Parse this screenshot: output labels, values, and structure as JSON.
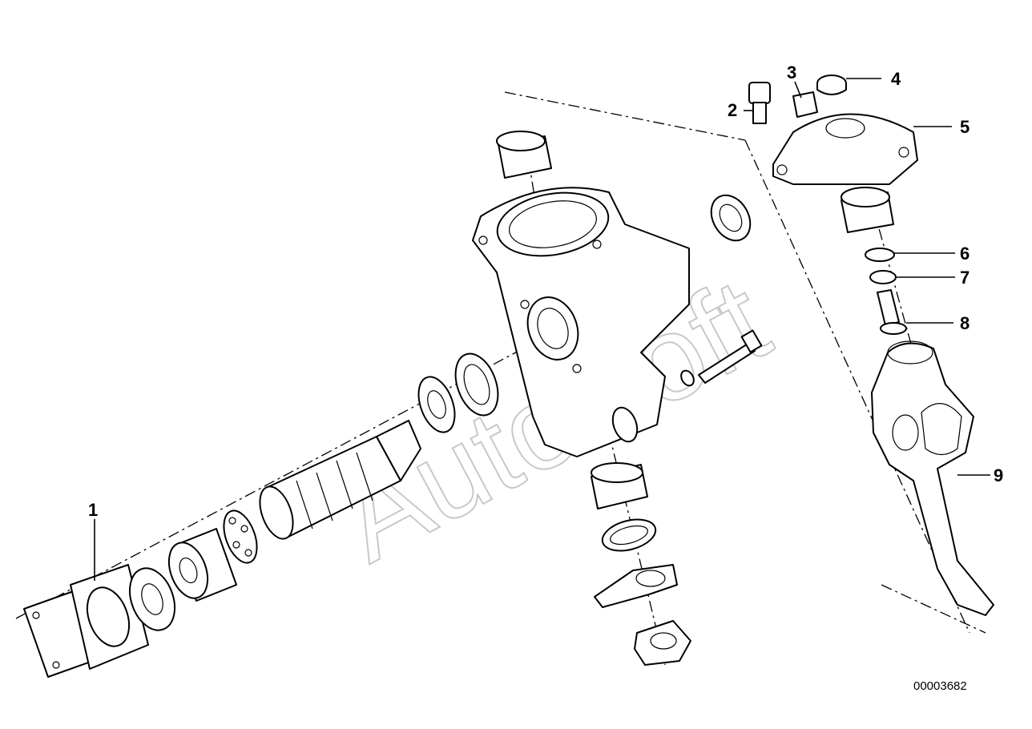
{
  "watermark": "AutoSoft",
  "diagram_number": "00003682",
  "callouts": [
    {
      "id": "1",
      "label": "1"
    },
    {
      "id": "2",
      "label": "2"
    },
    {
      "id": "3",
      "label": "3"
    },
    {
      "id": "4",
      "label": "4"
    },
    {
      "id": "5",
      "label": "5"
    },
    {
      "id": "6",
      "label": "6"
    },
    {
      "id": "7",
      "label": "7"
    },
    {
      "id": "8",
      "label": "8"
    },
    {
      "id": "9",
      "label": "9"
    }
  ]
}
